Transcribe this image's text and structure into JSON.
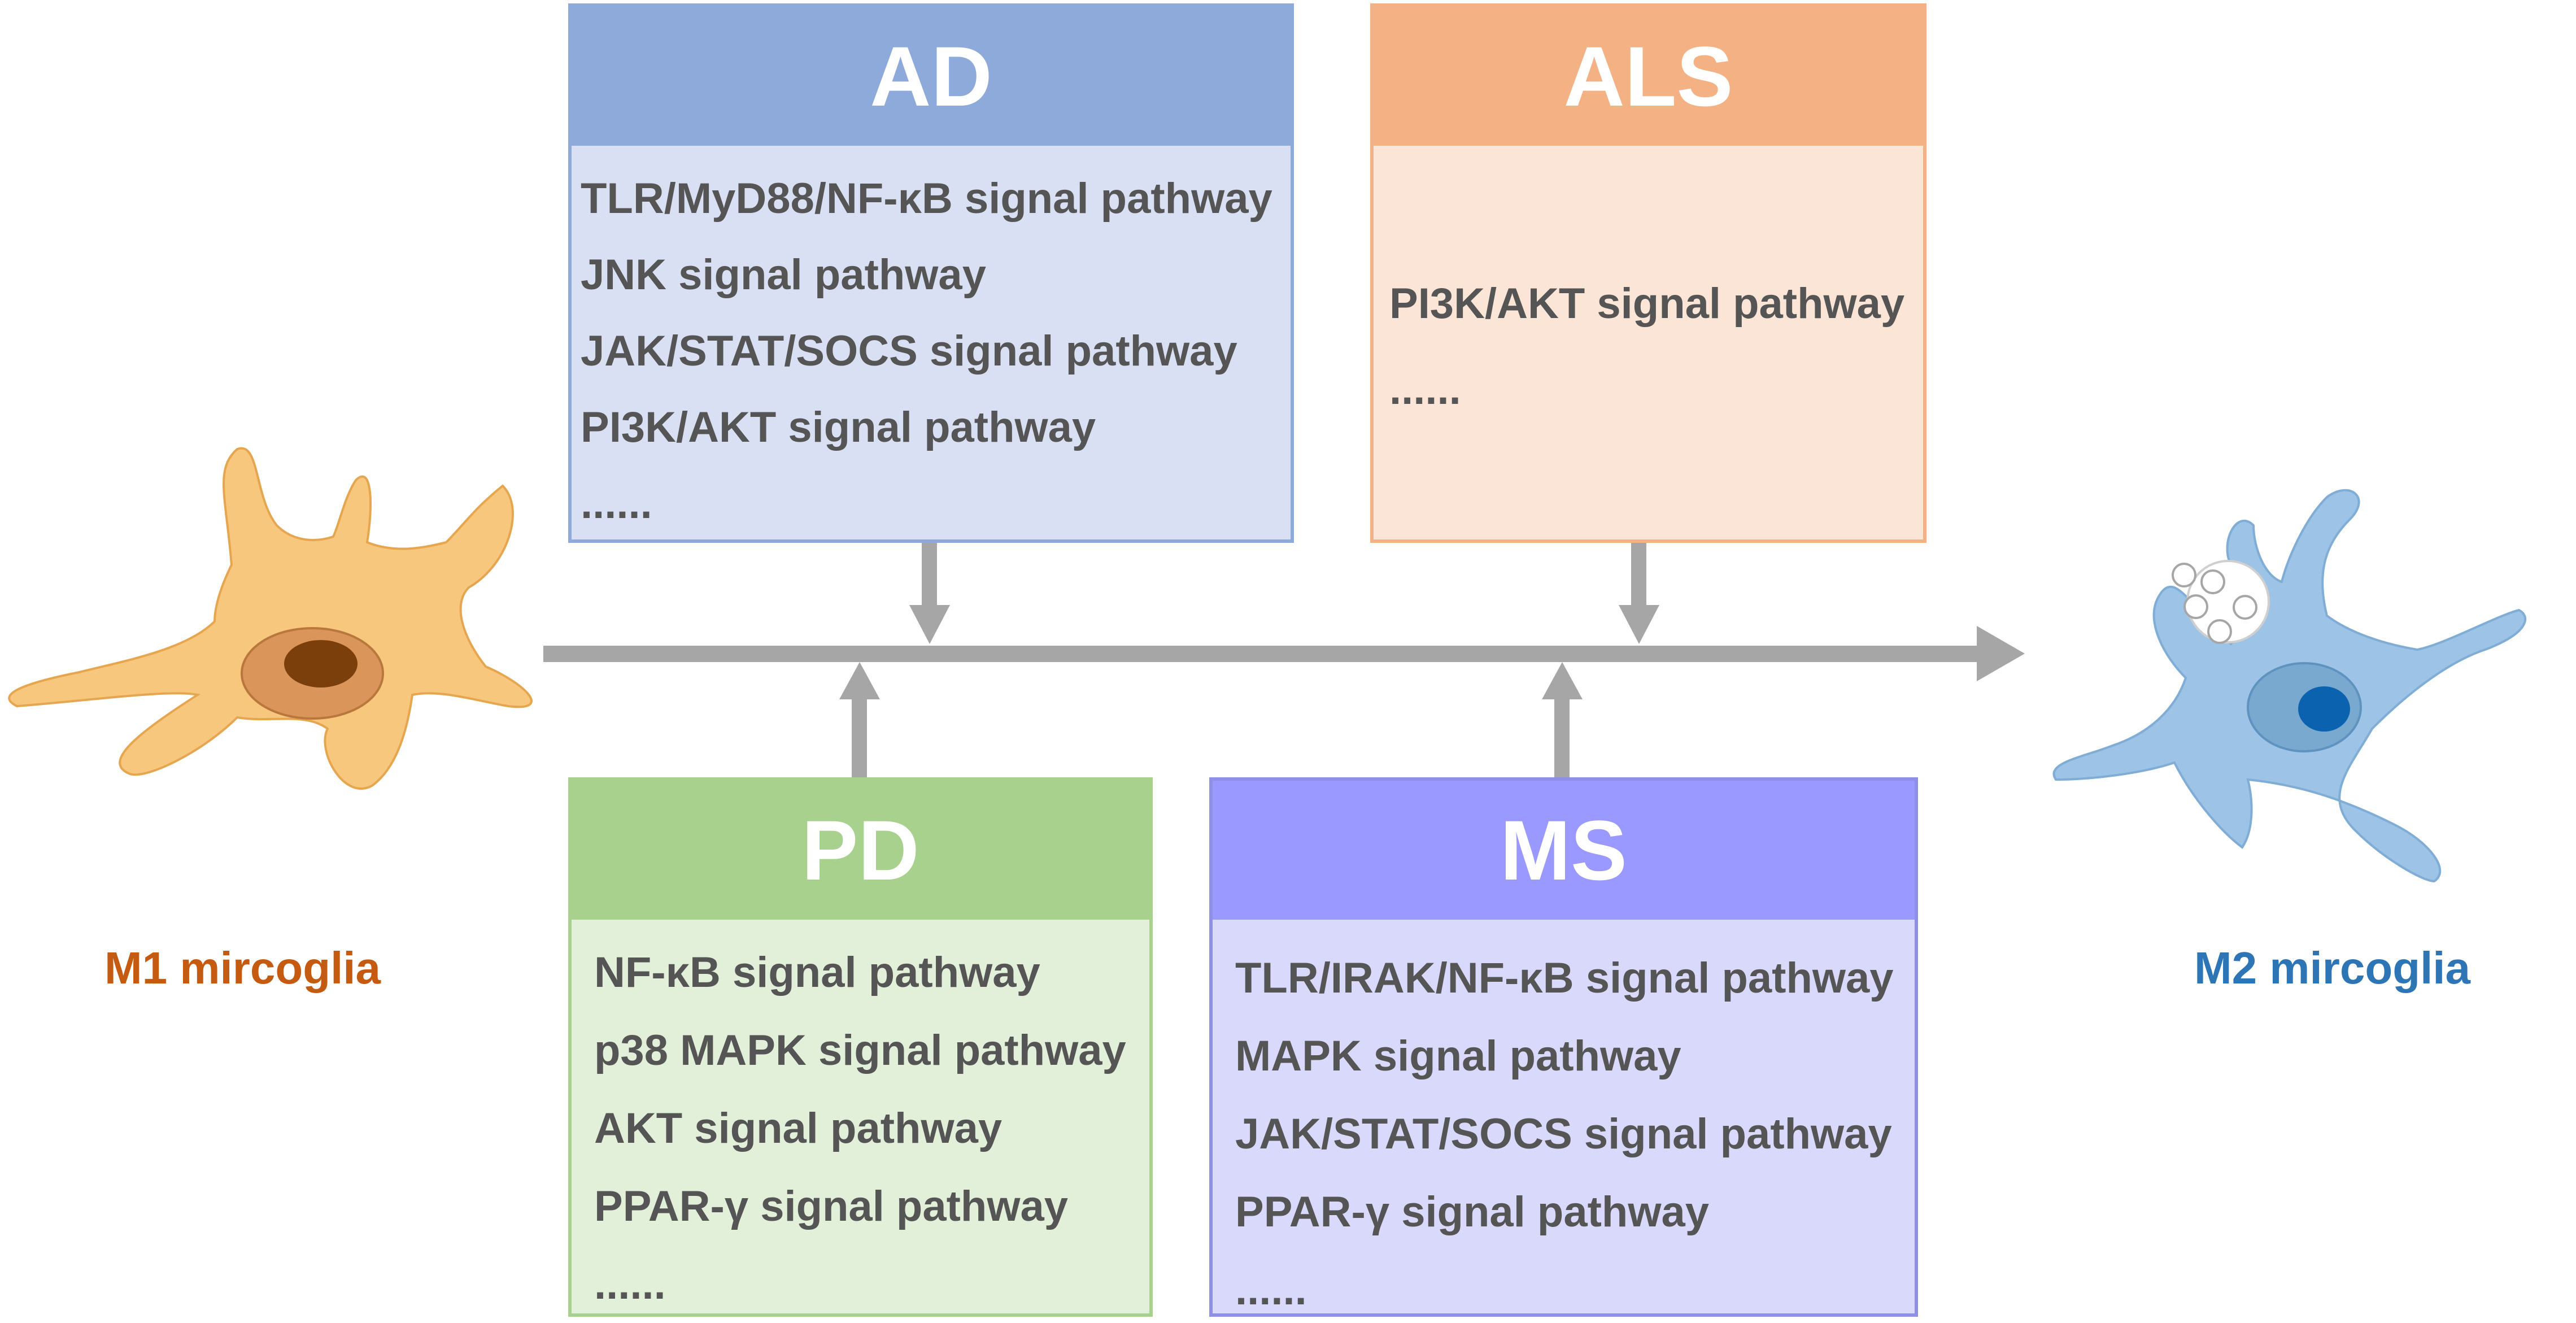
{
  "colors": {
    "arrow": "#a6a6a6",
    "item_text": "#555555",
    "m1_cell": "#f8c77e",
    "m1_label": "#c55a11",
    "m2_cell": "#9dc3e6",
    "m2_label": "#2e75b6"
  },
  "boxes": {
    "ad": {
      "title": "AD",
      "header_color": "#8eaadb",
      "body_color": "#dae0f3",
      "items": [
        "TLR/MyD88/NF-κB signal pathway",
        "JNK signal pathway",
        "JAK/STAT/SOCS signal pathway",
        "PI3K/AKT signal pathway",
        "......"
      ]
    },
    "als": {
      "title": "ALS",
      "header_color": "#f4b183",
      "body_color": "#fbe5d6",
      "items": [
        "PI3K/AKT signal pathway",
        "......"
      ]
    },
    "pd": {
      "title": "PD",
      "header_color": "#a9d18e",
      "body_color": "#e2efd9",
      "items": [
        "NF-κB signal pathway",
        "p38 MAPK signal pathway",
        "AKT signal pathway",
        "PPAR-γ signal pathway",
        "......"
      ]
    },
    "ms": {
      "title": "MS",
      "header_color": "#9999ff",
      "body_color": "#d9d9fc",
      "items": [
        "TLR/IRAK/NF-κB signal pathway",
        "MAPK signal pathway",
        "JAK/STAT/SOCS signal pathway",
        "PPAR-γ signal pathway",
        "......"
      ]
    }
  },
  "cells": {
    "m1_label": "M1 mircoglia",
    "m2_label": "M2 mircoglia"
  }
}
